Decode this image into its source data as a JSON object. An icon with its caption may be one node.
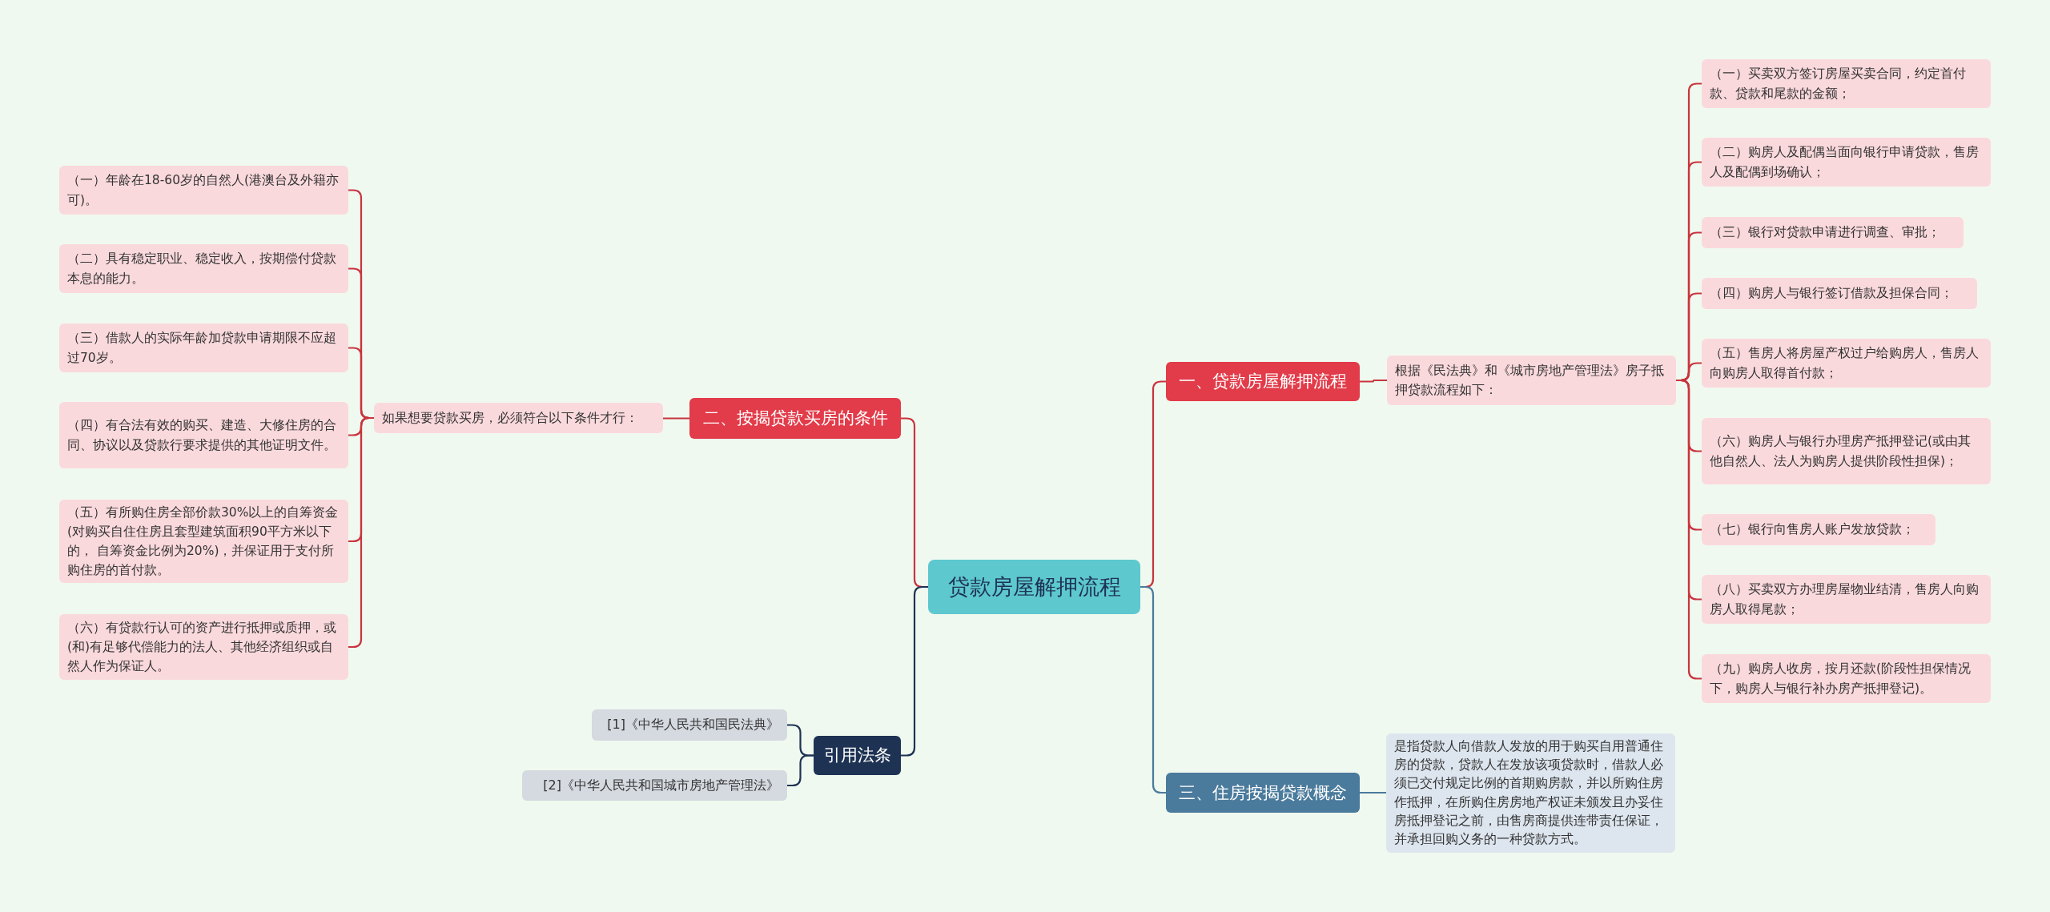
{
  "diagram": {
    "nodes": [
      {
        "text": [
          "贷款房屋解押流程"
        ]
      },
      {
        "text": [
          "一、贷款房屋解押流程"
        ]
      },
      {
        "text": [
          "根据《民法典》和《城市房地产管理法》房子抵押贷款流程如下："
        ]
      },
      {
        "text": [
          "（一）买卖双方签订房屋买卖合同，约定首付款、贷款和尾款的金额；"
        ]
      },
      {
        "text": [
          "（二）购房人及配偶当面向银行申请贷款，售房人及配偶到场确认；"
        ]
      },
      {
        "text": [
          "（三）银行对贷款申请进行调查、审批；"
        ]
      },
      {
        "text": [
          "（四）购房人与银行签订借款及担保合同；"
        ]
      },
      {
        "text": [
          "（五）售房人将房屋产权过户给购房人，售房人向购房人取得首付款；"
        ]
      },
      {
        "text": [
          "（六）购房人与银行办理房产抵押登记(或由其他自然人、法人为购房人提供阶段性担保)；"
        ]
      },
      {
        "text": [
          "（七）银行向售房人账户发放贷款；"
        ]
      },
      {
        "text": [
          "（八）买卖双方办理房屋物业结清，售房人向购房人取得尾款；"
        ]
      },
      {
        "text": [
          "（九）购房人收房，按月还款(阶段性担保情况下，购房人与银行补办房产抵押登记)。"
        ]
      },
      {
        "text": [
          "二、按揭贷款买房的条件"
        ]
      },
      {
        "text": [
          "如果想要贷款买房，必须符合以下条件才行："
        ]
      },
      {
        "text": [
          "（一）年龄在18-60岁的自然人(港澳台及外籍亦可)。"
        ]
      },
      {
        "text": [
          "（二）具有稳定职业、稳定收入，按期偿付贷款本息的能力。"
        ]
      },
      {
        "text": [
          "（三）借款人的实际年龄加贷款申请期限不应超过70岁。"
        ]
      },
      {
        "text": [
          "（四）有合法有效的购买、建造、大修住房的合同、协议以及贷款行要求提供的其他证明文件。"
        ]
      },
      {
        "text": [
          "（五）有所购住房全部价款30%以上的自筹资金(对购买自住住房且套型建筑面积90平方米以下的， 自筹资金比例为20%)，并保证用于支付所购住房的首付款。"
        ]
      },
      {
        "text": [
          "（六）有贷款行认可的资产进行抵押或质押，或(和)有足够代偿能力的法人、其他经济组织或自然人作为保证人。"
        ]
      },
      {
        "text": [
          "三、住房按揭贷款概念"
        ]
      },
      {
        "text": [
          "是指贷款人向借款人发放的用于购买自用普通住房的贷款，贷款人在发放该项贷款时，借款人必须已交付规定比例的首期购房款，并以所购住房作抵押，在所购住房房地产权证未颁发且办妥住房抵押登记之前，由售房商提供连带责任保证，并承担回购义务的一种贷款方式。"
        ]
      },
      {
        "text": [
          "引用法条"
        ]
      },
      {
        "text": [
          "[1]《中华人民共和国民法典》"
        ]
      },
      {
        "text": [
          "[2]《中华人民共和国城市房地产管理法》"
        ]
      }
    ],
    "edges": [
      {
        "from": 0,
        "to": 1,
        "arrow": "none"
      },
      {
        "from": 1,
        "to": 2,
        "arrow": "none"
      },
      {
        "from": 2,
        "to": 3,
        "arrow": "none"
      },
      {
        "from": 2,
        "to": 4,
        "arrow": "none"
      },
      {
        "from": 2,
        "to": 5,
        "arrow": "none"
      },
      {
        "from": 2,
        "to": 6,
        "arrow": "none"
      },
      {
        "from": 2,
        "to": 7,
        "arrow": "none"
      },
      {
        "from": 2,
        "to": 8,
        "arrow": "none"
      },
      {
        "from": 2,
        "to": 9,
        "arrow": "none"
      },
      {
        "from": 2,
        "to": 10,
        "arrow": "none"
      },
      {
        "from": 2,
        "to": 11,
        "arrow": "none"
      },
      {
        "from": 0,
        "to": 12,
        "arrow": "none"
      },
      {
        "from": 12,
        "to": 13,
        "arrow": "none"
      },
      {
        "from": 13,
        "to": 14,
        "arrow": "none"
      },
      {
        "from": 13,
        "to": 15,
        "arrow": "none"
      },
      {
        "from": 13,
        "to": 16,
        "arrow": "none"
      },
      {
        "from": 13,
        "to": 17,
        "arrow": "none"
      },
      {
        "from": 13,
        "to": 18,
        "arrow": "none"
      },
      {
        "from": 13,
        "to": 19,
        "arrow": "none"
      },
      {
        "from": 0,
        "to": 20,
        "arrow": "none",
        "color": "#4a7a9c"
      },
      {
        "from": 20,
        "to": 21,
        "arrow": "none",
        "color": "#4a7a9c"
      },
      {
        "from": 0,
        "to": 22,
        "arrow": "none",
        "color": "#1e3354"
      },
      {
        "from": 22,
        "to": 23,
        "arrow": "none",
        "color": "#1e3354"
      },
      {
        "from": 22,
        "to": 24,
        "arrow": "none",
        "color": "#1e3354"
      }
    ]
  }
}
